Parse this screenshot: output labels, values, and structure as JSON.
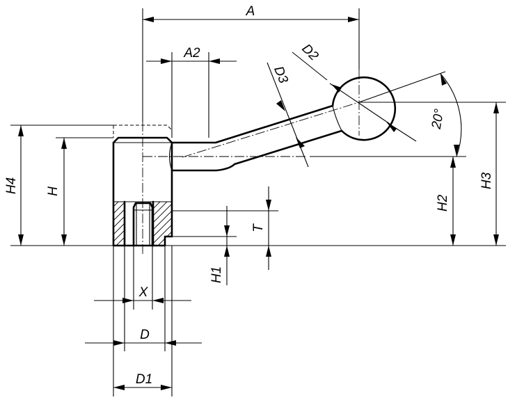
{
  "dimension_labels": {
    "A": "A",
    "A2": "A2",
    "D2": "D2",
    "D3": "D3",
    "angle": "20°",
    "H4": "H4",
    "H": "H",
    "H3": "H3",
    "H2": "H2",
    "T": "T",
    "H1": "H1",
    "X": "X",
    "D": "D",
    "D1": "D1"
  }
}
